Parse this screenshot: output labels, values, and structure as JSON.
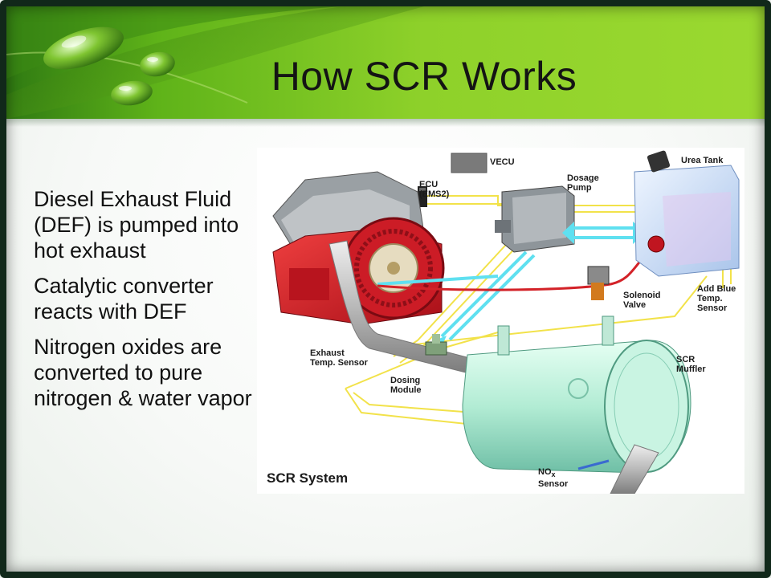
{
  "slide": {
    "title": "How SCR Works",
    "bullets": [
      "Diesel Exhaust Fluid (DEF) is pumped into hot exhaust",
      "Catalytic converter reacts with DEF",
      "Nitrogen oxides are converted to pure nitrogen & water vapor"
    ]
  },
  "diagram": {
    "labels": {
      "vecu": "VECU",
      "ecu": "ECU\n(EMS2)",
      "dosage_pump": "Dosage\nPump",
      "urea_tank": "Urea Tank",
      "add_blue_sensor": "Add Blue\nTemp.\nSensor",
      "solenoid_valve": "Solenoid\nValve",
      "exhaust_sensor": "Exhaust\nTemp. Sensor",
      "dosing_module": "Dosing\nModule",
      "scr_muffler": "SCR\nMuffler",
      "nox_sensor_main": "NO",
      "nox_sensor_sub": "x",
      "nox_sensor_word": "Sensor",
      "system_caption": "SCR System"
    }
  },
  "colors": {
    "header_green": "#8ed12a",
    "engine_red": "#d8202a",
    "fluid_line_cyan": "#5fe0f0",
    "wire_yellow": "#f2e24a",
    "muffler_green": "#bdf0dc",
    "tank_blue": "#d6e6fb"
  }
}
